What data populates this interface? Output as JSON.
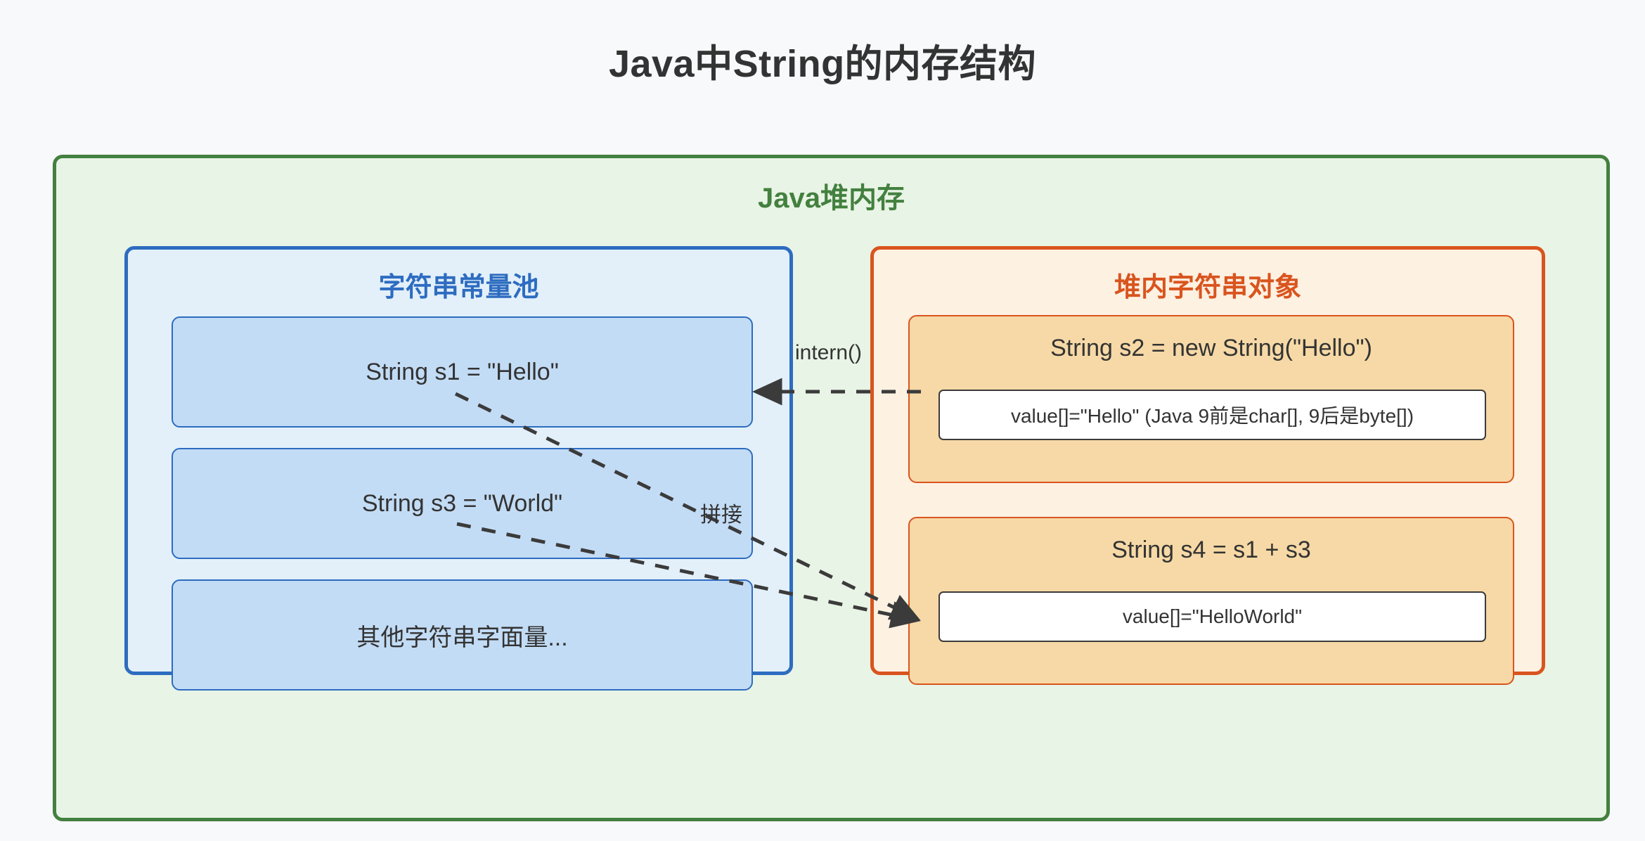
{
  "page": {
    "title": "Java中String的内存结构",
    "background_color": "#f7f9fb",
    "title_color": "#333333"
  },
  "heap": {
    "label": "Java堆内存",
    "border_color": "#43803f",
    "fill_color": "#e8f4e5"
  },
  "pool": {
    "label": "字符串常量池",
    "border_color": "#2d6cc0",
    "fill_color": "#e3f0fa",
    "item_fill_color": "#c3dcf5",
    "items": [
      {
        "text": "String s1 = \"Hello\""
      },
      {
        "text": "String s3 = \"World\""
      },
      {
        "text": "其他字符串字面量..."
      }
    ]
  },
  "objects": {
    "label": "堆内字符串对象",
    "border_color": "#d9541e",
    "fill_color": "#fdf1e2",
    "card_fill_color": "#f6d9a6",
    "cards": [
      {
        "title": "String s2 = new String(\"Hello\")",
        "value": "value[]=\"Hello\" (Java 9前是char[], 9后是byte[])"
      },
      {
        "title": "String s4 = s1 + s3",
        "value": "value[]=\"HelloWorld\""
      }
    ]
  },
  "edges": [
    {
      "id": "intern",
      "label": "intern()",
      "from": "String s2 = new String(\"Hello\")",
      "to": "String s1 = \"Hello\"",
      "style": "dashed"
    },
    {
      "id": "concat",
      "label": "拼接",
      "from": "String s1 = \"Hello\"",
      "to": "String s4 = s1 + s3",
      "style": "dashed"
    },
    {
      "id": "concat2",
      "label": "",
      "from": "String s3 = \"World\"",
      "to": "String s4 = s1 + s3",
      "style": "dashed"
    }
  ],
  "edge_color": "#3b3b3b"
}
